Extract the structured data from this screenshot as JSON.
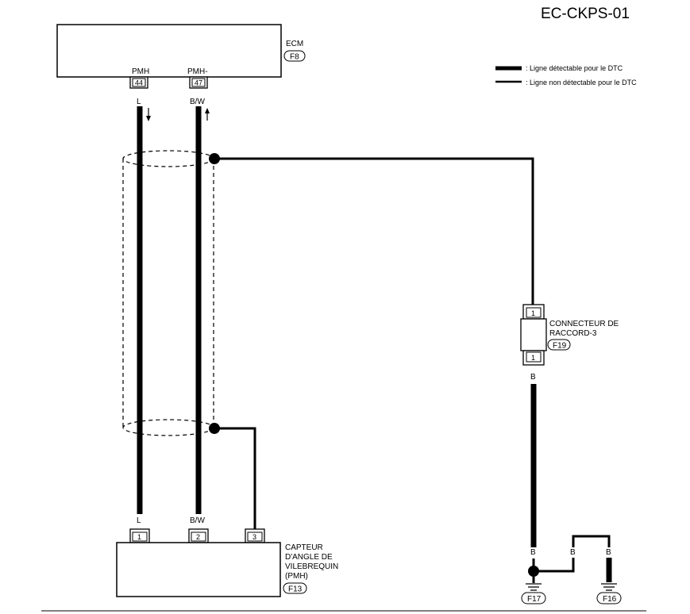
{
  "diagram": {
    "code": "EC-CKPS-01",
    "legend": {
      "detectable": "Ligne détectable pour le DTC",
      "non_detectable": "Ligne non détectable pour le DTC"
    },
    "ecm": {
      "name": "ECM",
      "connector": "F8",
      "pins": [
        {
          "name": "PMH",
          "number": "44",
          "wire": "L"
        },
        {
          "name": "PMH-",
          "number": "47",
          "wire": "B/W"
        }
      ]
    },
    "sensor": {
      "name_line1": "CAPTEUR",
      "name_line2": "D'ANGLE DE",
      "name_line3": "VILEBREQUIN",
      "name_line4": "(PMH)",
      "connector": "F13",
      "pins": [
        {
          "number": "1",
          "wire": "L"
        },
        {
          "number": "2",
          "wire": "B/W"
        },
        {
          "number": "3"
        }
      ]
    },
    "joint_connector": {
      "name_line1": "CONNECTEUR DE",
      "name_line2": "RACCORD-3",
      "connector": "F19",
      "pin_top": "1",
      "pin_bottom": "1",
      "wire": "B"
    },
    "grounds": [
      {
        "connector": "F17",
        "wire": "B"
      },
      {
        "connector": "F16",
        "wire_left": "B",
        "wire_right": "B"
      }
    ]
  }
}
